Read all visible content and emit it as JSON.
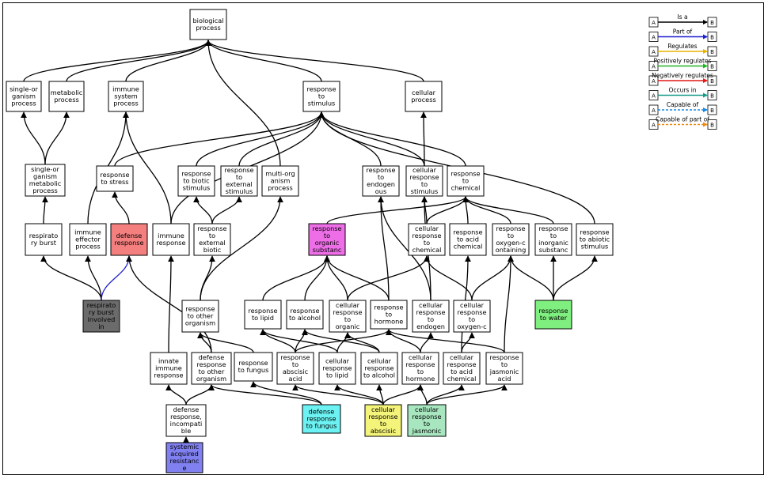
{
  "legend": {
    "items": [
      {
        "label": "Is a",
        "color": "#000000",
        "dashed": false
      },
      {
        "label": "Part of",
        "color": "#1f1fd0",
        "dashed": false
      },
      {
        "label": "Regulates",
        "color": "#e8b400",
        "dashed": false
      },
      {
        "label": "Positively regulates",
        "color": "#22b222",
        "dashed": false
      },
      {
        "label": "Negatively regulates",
        "color": "#e01818",
        "dashed": false
      },
      {
        "label": "Occurs in",
        "color": "#149a8a",
        "dashed": false
      },
      {
        "label": "Capable of",
        "color": "#1a88e0",
        "dashed": true
      },
      {
        "label": "Capable of part of",
        "color": "#f08a10",
        "dashed": true
      }
    ],
    "a_label": "A",
    "b_label": "B"
  },
  "nodes": [
    {
      "id": "bp",
      "lines": [
        "biological",
        "process"
      ],
      "fill": "#ffffff"
    },
    {
      "id": "sop",
      "lines": [
        "single-or",
        "ganism",
        "process"
      ],
      "fill": "#ffffff"
    },
    {
      "id": "met",
      "lines": [
        "metabolic",
        "process"
      ],
      "fill": "#ffffff"
    },
    {
      "id": "isp",
      "lines": [
        "immune",
        "system",
        "process"
      ],
      "fill": "#ffffff"
    },
    {
      "id": "rts",
      "lines": [
        "response",
        "to",
        "stimulus"
      ],
      "fill": "#ffffff"
    },
    {
      "id": "cp",
      "lines": [
        "cellular",
        "process"
      ],
      "fill": "#ffffff"
    },
    {
      "id": "somp",
      "lines": [
        "single-or",
        "ganism",
        "metabolic",
        "process"
      ],
      "fill": "#ffffff"
    },
    {
      "id": "rstr",
      "lines": [
        "response",
        "to stress"
      ],
      "fill": "#ffffff"
    },
    {
      "id": "rbio",
      "lines": [
        "response",
        "to biotic",
        "stimulus"
      ],
      "fill": "#ffffff"
    },
    {
      "id": "rext",
      "lines": [
        "response",
        "to",
        "external",
        "stimulus"
      ],
      "fill": "#ffffff"
    },
    {
      "id": "mop",
      "lines": [
        "multi-org",
        "anism",
        "process"
      ],
      "fill": "#ffffff"
    },
    {
      "id": "rend",
      "lines": [
        "response",
        "to",
        "endogen",
        "ous"
      ],
      "fill": "#ffffff"
    },
    {
      "id": "crs",
      "lines": [
        "cellular",
        "response",
        "to",
        "stimulus"
      ],
      "fill": "#ffffff"
    },
    {
      "id": "rchem",
      "lines": [
        "response",
        "to",
        "chemical"
      ],
      "fill": "#ffffff"
    },
    {
      "id": "rburst",
      "lines": [
        "respirato",
        "ry burst"
      ],
      "fill": "#ffffff"
    },
    {
      "id": "iep",
      "lines": [
        "immune",
        "effector",
        "process"
      ],
      "fill": "#ffffff"
    },
    {
      "id": "def",
      "lines": [
        "defense",
        "response"
      ],
      "fill": "#f47f7f"
    },
    {
      "id": "ir",
      "lines": [
        "immune",
        "response"
      ],
      "fill": "#ffffff"
    },
    {
      "id": "rebio",
      "lines": [
        "response",
        "to",
        "external",
        "biotic"
      ],
      "fill": "#ffffff"
    },
    {
      "id": "ros",
      "lines": [
        "response",
        "to",
        "organic",
        "substanc"
      ],
      "fill": "#ee6ee8"
    },
    {
      "id": "crc",
      "lines": [
        "cellular",
        "response",
        "to",
        "chemical"
      ],
      "fill": "#ffffff"
    },
    {
      "id": "racid",
      "lines": [
        "response",
        "to acid",
        "chemical"
      ],
      "fill": "#ffffff"
    },
    {
      "id": "roxy",
      "lines": [
        "response",
        "to",
        "oxygen-c",
        "ontaining"
      ],
      "fill": "#ffffff"
    },
    {
      "id": "rinorg",
      "lines": [
        "response",
        "to",
        "inorganic",
        "substanc"
      ],
      "fill": "#ffffff"
    },
    {
      "id": "rabio",
      "lines": [
        "response",
        "to abiotic",
        "stimulus"
      ],
      "fill": "#ffffff"
    },
    {
      "id": "rbinv",
      "lines": [
        "respirato",
        "ry burst",
        "involved",
        "in"
      ],
      "fill": "#6b6b6b"
    },
    {
      "id": "roo",
      "lines": [
        "response",
        "to other",
        "organism"
      ],
      "fill": "#ffffff"
    },
    {
      "id": "rlip",
      "lines": [
        "response",
        "to lipid"
      ],
      "fill": "#ffffff"
    },
    {
      "id": "ralc",
      "lines": [
        "response",
        "to alcohol"
      ],
      "fill": "#ffffff"
    },
    {
      "id": "cro",
      "lines": [
        "cellular",
        "response",
        "to",
        "organic"
      ],
      "fill": "#ffffff"
    },
    {
      "id": "rhorm",
      "lines": [
        "response",
        "to",
        "hormone"
      ],
      "fill": "#ffffff"
    },
    {
      "id": "cre",
      "lines": [
        "cellular",
        "response",
        "to",
        "endogen"
      ],
      "fill": "#ffffff"
    },
    {
      "id": "crox",
      "lines": [
        "cellular",
        "response",
        "to",
        "oxygen-c"
      ],
      "fill": "#ffffff"
    },
    {
      "id": "rwater",
      "lines": [
        "response",
        "to water"
      ],
      "fill": "#7fef7f"
    },
    {
      "id": "iir",
      "lines": [
        "innate",
        "immune",
        "response"
      ],
      "fill": "#ffffff"
    },
    {
      "id": "droo",
      "lines": [
        "defense",
        "response",
        "to other",
        "organism"
      ],
      "fill": "#ffffff"
    },
    {
      "id": "rfun",
      "lines": [
        "response",
        "to fungus"
      ],
      "fill": "#ffffff"
    },
    {
      "id": "raba",
      "lines": [
        "response",
        "to",
        "abscisic",
        "acid"
      ],
      "fill": "#ffffff"
    },
    {
      "id": "crlip",
      "lines": [
        "cellular",
        "response",
        "to lipid"
      ],
      "fill": "#ffffff"
    },
    {
      "id": "cralc",
      "lines": [
        "cellular",
        "response",
        "to alcohol"
      ],
      "fill": "#ffffff"
    },
    {
      "id": "crhorm",
      "lines": [
        "cellular",
        "response",
        "to",
        "hormone"
      ],
      "fill": "#ffffff"
    },
    {
      "id": "cracid",
      "lines": [
        "cellular",
        "response",
        "to acid",
        "chemical"
      ],
      "fill": "#ffffff"
    },
    {
      "id": "rjas",
      "lines": [
        "response",
        "to",
        "jasmonic",
        "acid"
      ],
      "fill": "#ffffff"
    },
    {
      "id": "drinc",
      "lines": [
        "defense",
        "response,",
        "incompati",
        "ble"
      ],
      "fill": "#ffffff"
    },
    {
      "id": "drfun",
      "lines": [
        "defense",
        "response",
        "to fungus"
      ],
      "fill": "#6cf2f2"
    },
    {
      "id": "craba",
      "lines": [
        "cellular",
        "response",
        "to",
        "abscisic"
      ],
      "fill": "#f4f47a"
    },
    {
      "id": "crjas",
      "lines": [
        "cellular",
        "response",
        "to",
        "jasmonic"
      ],
      "fill": "#a7e6bf"
    },
    {
      "id": "sar",
      "lines": [
        "systemic",
        "acquired",
        "resistanc",
        "e"
      ],
      "fill": "#8080f0"
    }
  ],
  "edges": [
    {
      "from": "sop",
      "to": "bp"
    },
    {
      "from": "met",
      "to": "bp"
    },
    {
      "from": "isp",
      "to": "bp"
    },
    {
      "from": "rts",
      "to": "bp"
    },
    {
      "from": "cp",
      "to": "bp"
    },
    {
      "from": "mop",
      "to": "bp"
    },
    {
      "from": "somp",
      "to": "sop"
    },
    {
      "from": "somp",
      "to": "met"
    },
    {
      "from": "rstr",
      "to": "rts"
    },
    {
      "from": "rbio",
      "to": "rts"
    },
    {
      "from": "rext",
      "to": "rts"
    },
    {
      "from": "rend",
      "to": "rts"
    },
    {
      "from": "crs",
      "to": "rts"
    },
    {
      "from": "crs",
      "to": "cp"
    },
    {
      "from": "rchem",
      "to": "rts"
    },
    {
      "from": "rabio",
      "to": "rts"
    },
    {
      "from": "rburst",
      "to": "somp"
    },
    {
      "from": "iep",
      "to": "isp"
    },
    {
      "from": "def",
      "to": "rstr"
    },
    {
      "from": "ir",
      "to": "isp"
    },
    {
      "from": "ir",
      "to": "rts"
    },
    {
      "from": "rebio",
      "to": "rbio"
    },
    {
      "from": "rebio",
      "to": "rext"
    },
    {
      "from": "ros",
      "to": "rchem"
    },
    {
      "from": "crc",
      "to": "rchem"
    },
    {
      "from": "crc",
      "to": "crs"
    },
    {
      "from": "racid",
      "to": "rchem"
    },
    {
      "from": "roxy",
      "to": "rchem"
    },
    {
      "from": "rinorg",
      "to": "rchem"
    },
    {
      "from": "rbinv",
      "to": "rburst"
    },
    {
      "from": "rbinv",
      "to": "iep"
    },
    {
      "from": "rbinv",
      "to": "def",
      "color": "#1f1fd0"
    },
    {
      "from": "roo",
      "to": "rebio"
    },
    {
      "from": "roo",
      "to": "mop"
    },
    {
      "from": "rlip",
      "to": "ros"
    },
    {
      "from": "ralc",
      "to": "ros"
    },
    {
      "from": "cro",
      "to": "ros"
    },
    {
      "from": "cro",
      "to": "crc"
    },
    {
      "from": "rhorm",
      "to": "ros"
    },
    {
      "from": "rhorm",
      "to": "rend"
    },
    {
      "from": "cre",
      "to": "rend"
    },
    {
      "from": "cre",
      "to": "crs"
    },
    {
      "from": "crox",
      "to": "roxy"
    },
    {
      "from": "crox",
      "to": "crc"
    },
    {
      "from": "rwater",
      "to": "roxy"
    },
    {
      "from": "rwater",
      "to": "rinorg"
    },
    {
      "from": "rwater",
      "to": "rabio"
    },
    {
      "from": "iir",
      "to": "ir"
    },
    {
      "from": "droo",
      "to": "def"
    },
    {
      "from": "droo",
      "to": "roo"
    },
    {
      "from": "rfun",
      "to": "roo"
    },
    {
      "from": "raba",
      "to": "rlip"
    },
    {
      "from": "raba",
      "to": "ralc"
    },
    {
      "from": "raba",
      "to": "rhorm"
    },
    {
      "from": "crlip",
      "to": "rlip"
    },
    {
      "from": "crlip",
      "to": "cro"
    },
    {
      "from": "cralc",
      "to": "ralc"
    },
    {
      "from": "cralc",
      "to": "cro"
    },
    {
      "from": "crhorm",
      "to": "rhorm"
    },
    {
      "from": "crhorm",
      "to": "cre"
    },
    {
      "from": "cracid",
      "to": "racid"
    },
    {
      "from": "cracid",
      "to": "crox"
    },
    {
      "from": "rjas",
      "to": "rhorm"
    },
    {
      "from": "rjas",
      "to": "roxy"
    },
    {
      "from": "drinc",
      "to": "iir"
    },
    {
      "from": "drinc",
      "to": "droo"
    },
    {
      "from": "drfun",
      "to": "rfun"
    },
    {
      "from": "drfun",
      "to": "droo"
    },
    {
      "from": "craba",
      "to": "raba"
    },
    {
      "from": "craba",
      "to": "crlip"
    },
    {
      "from": "craba",
      "to": "cralc"
    },
    {
      "from": "craba",
      "to": "crhorm"
    },
    {
      "from": "crjas",
      "to": "crhorm"
    },
    {
      "from": "crjas",
      "to": "cracid"
    },
    {
      "from": "crjas",
      "to": "rjas"
    },
    {
      "from": "sar",
      "to": "drinc"
    }
  ]
}
